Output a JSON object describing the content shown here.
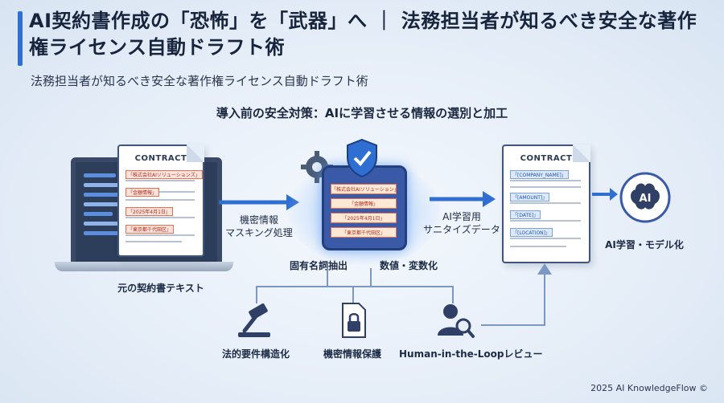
{
  "header": {
    "title": "AI契約書作成の「恐怖」を「武器」へ ｜ 法務担当者が知るべき安全な著作権ライセンス自動ドラフト術",
    "subtitle": "法務担当者が知るべき安全な著作権ライセンス自動ドラフト術"
  },
  "section_title": "導入前の安全対策：AIに学習させる情報の選別と加工",
  "original_doc": {
    "title": "CONTRACT",
    "tags": [
      "「株式会社AIソリューションズ」",
      "「金額情報」",
      "「2025年4月1日」",
      "「東京都千代田区」"
    ],
    "caption": "元の契約書テキスト"
  },
  "step_masking": {
    "line1": "機密情報",
    "line2": "マスキング処理"
  },
  "processor": {
    "tags": [
      "「株式会社AIソリューション」",
      "「金額情報」",
      "「2025年4月1日」",
      "「東京都千代田区」"
    ],
    "label_left": "固有名詞抽出",
    "label_right": "数値・変数化"
  },
  "step_sanitize": {
    "line1": "AI学習用",
    "line2": "サニタイズデータ"
  },
  "sanitized_doc": {
    "title": "CONTRACT",
    "tags": [
      "「[COMPANY_NAME]」",
      "「[AMOUNT]」",
      "「[DATE]」",
      "「[LOCATION]」"
    ]
  },
  "ai": {
    "badge": "AI",
    "label": "AI学習・モデル化"
  },
  "pillars": [
    {
      "icon": "gavel-icon",
      "label": "法的要件構造化"
    },
    {
      "icon": "lock-document-icon",
      "label": "機密情報保護"
    },
    {
      "icon": "person-magnifier-icon",
      "label": "Human-in-the-Loopレビュー"
    }
  ],
  "footer": "2025 AI KnowledgeFlow ©",
  "colors": {
    "accent": "#2f6fd1",
    "dark": "#16243d",
    "processor": "#3a5aa8",
    "mask_red": "#e8704f",
    "var_blue": "#7aa3e6"
  }
}
